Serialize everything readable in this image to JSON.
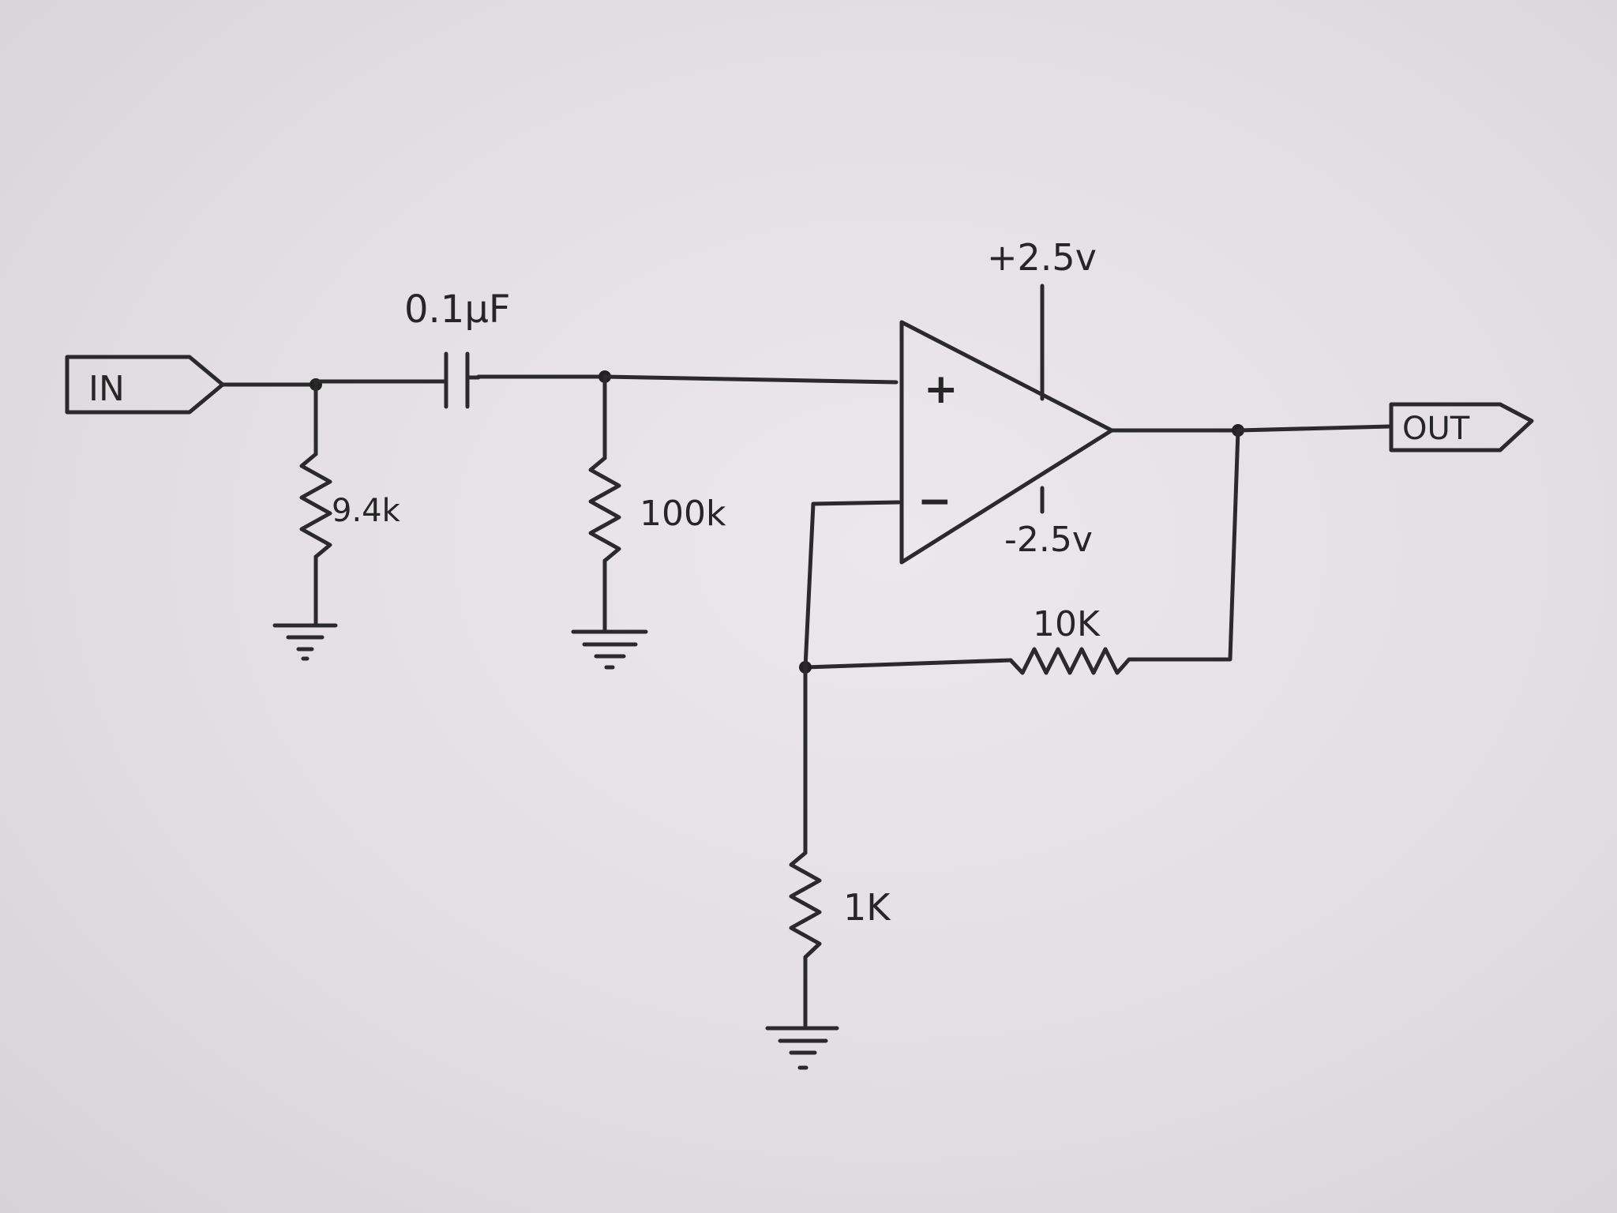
{
  "diagram": {
    "ports": {
      "input": "IN",
      "output": "OUT"
    },
    "components": {
      "input_resistor": "9.4k",
      "coupling_capacitor": "0.1μF",
      "bias_resistor": "100k",
      "feedback_resistor": "10K",
      "ground_resistor": "1K"
    },
    "opamp": {
      "plus": "+",
      "minus": "−",
      "supply_positive": "+2.5v",
      "supply_negative": "-2.5v"
    }
  },
  "colors": {
    "paper": "#e4e1e4",
    "ink": "#2a2a2a"
  }
}
